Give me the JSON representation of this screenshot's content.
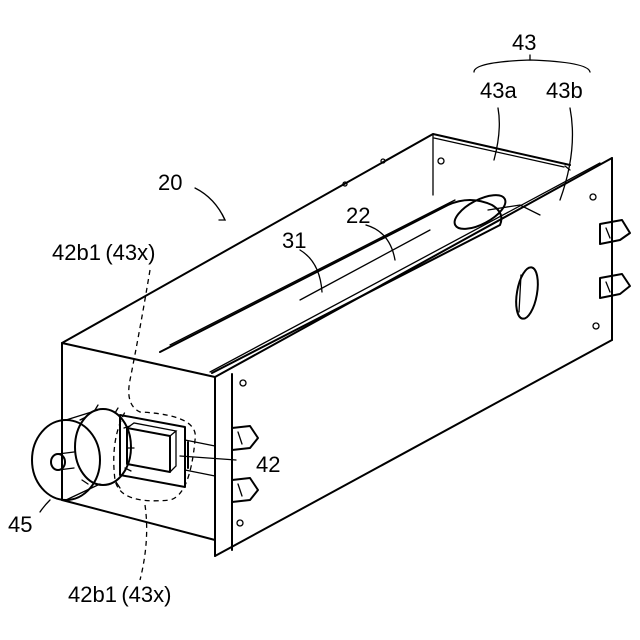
{
  "labels": {
    "l43": "43",
    "l43a": "43a",
    "l43b": "43b",
    "l20": "20",
    "l22": "22",
    "l31": "31",
    "l42b1_top": "42b1 (43x)",
    "l42": "42",
    "l45": "45",
    "l42b1_bottom": "42b1 (43x)"
  }
}
